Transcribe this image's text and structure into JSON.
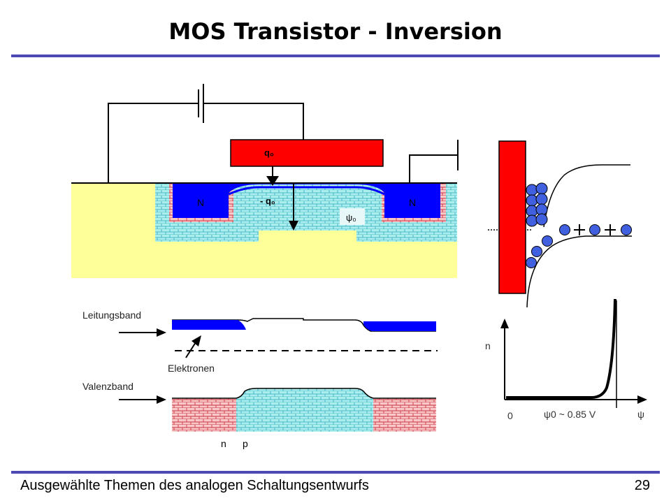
{
  "slide": {
    "title": "MOS Transistor - Inversion",
    "footer": "Ausgewählte Themen des analogen Schaltungsentwurfs",
    "page_number": "29"
  },
  "transistor": {
    "gate_charge": "q₀",
    "channel_charge": "- q₀",
    "source_label": "N",
    "drain_label": "N",
    "surface_potential": "ψ₀"
  },
  "bands": {
    "conduction_band": "Leitungsband",
    "valence_band": "Valenzband",
    "electrons": "Elektronen",
    "region_n": "n",
    "region_p": "p"
  },
  "plot": {
    "ylabel": "n",
    "origin": "0",
    "threshold": "ψ0 ~ 0.85 V",
    "xlabel": "ψ"
  },
  "colors": {
    "gate_red": "#ff0000",
    "n_blue": "#0000ff",
    "p_cyan": "#aaeeee",
    "substrate_yellow": "#ffff99",
    "electron_blue": "#4060e0",
    "rule_blue": "#4a4ab0"
  }
}
